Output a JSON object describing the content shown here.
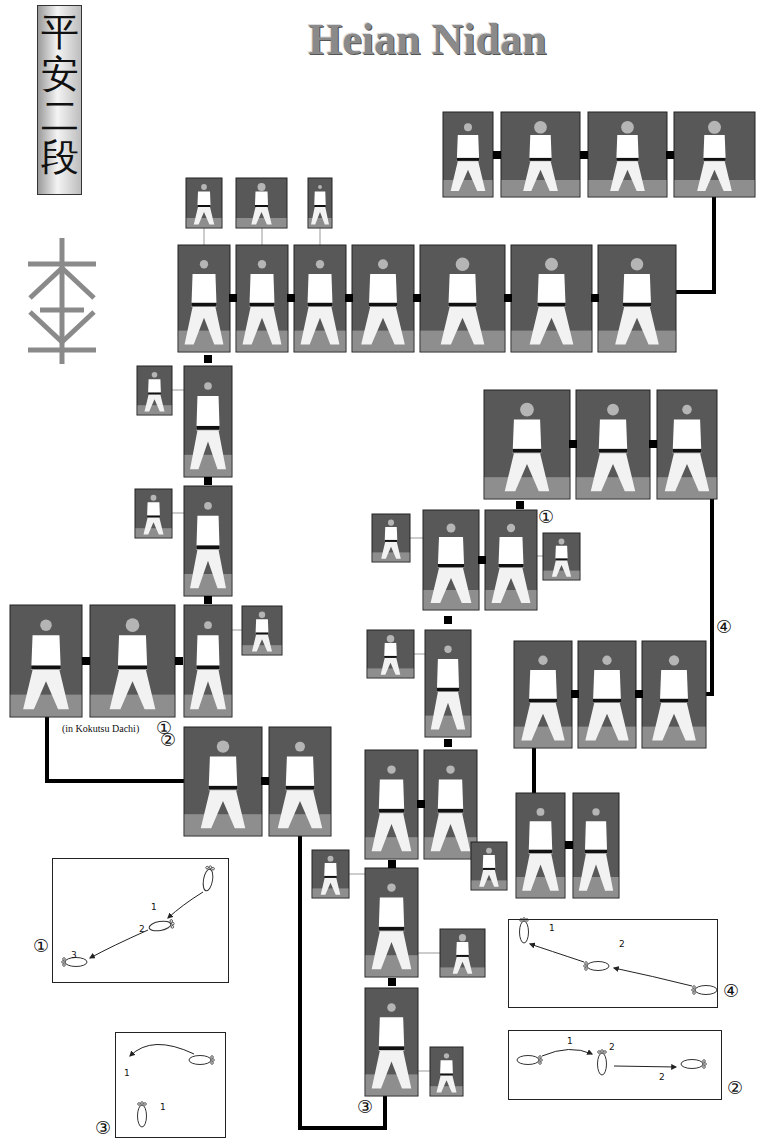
{
  "diagram": {
    "title": "Heian Nidan",
    "nodes": [
      {
        "text": [
          "平安二段"
        ]
      },
      {
        "text": [
          "①",
          "1",
          "2",
          "3"
        ]
      },
      {
        "text": [
          "③",
          "1",
          "1"
        ]
      },
      {
        "text": [
          "④",
          "1",
          "2"
        ]
      },
      {
        "text": [
          "②",
          "1",
          "2",
          "2"
        ]
      }
    ],
    "labels": [
      "(in Kokutsu Dachi)",
      "①",
      "②",
      "①",
      "④",
      "③"
    ]
  }
}
